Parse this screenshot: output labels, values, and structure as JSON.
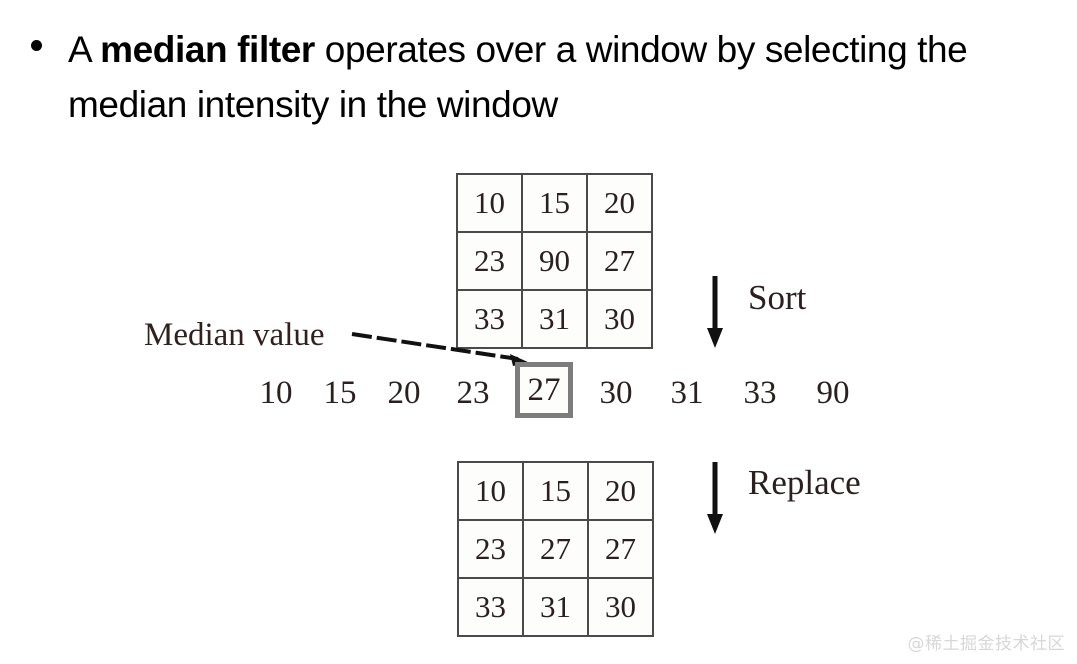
{
  "slide": {
    "bullet_glyph": "bullet-dot",
    "heading_prefix": "A ",
    "heading_bold": "median filter",
    "heading_suffix": " operates over a window by selecting the median intensity in the window"
  },
  "figure": {
    "median_label": "Median value",
    "grid_top": {
      "name": "original-window",
      "rows": [
        [
          "10",
          "15",
          "20"
        ],
        [
          "23",
          "90",
          "27"
        ],
        [
          "33",
          "31",
          "30"
        ]
      ]
    },
    "grid_bottom": {
      "name": "replaced-window",
      "rows": [
        [
          "10",
          "15",
          "20"
        ],
        [
          "23",
          "27",
          "27"
        ],
        [
          "33",
          "31",
          "30"
        ]
      ]
    },
    "sorted_sequence": {
      "before": [
        "10",
        "15",
        "20",
        "23"
      ],
      "median": "27",
      "after": [
        "30",
        "31",
        "33",
        "90"
      ]
    },
    "steps": [
      {
        "label": "Sort",
        "arrow": "down-arrow-icon"
      },
      {
        "label": "Replace",
        "arrow": "down-arrow-icon"
      }
    ]
  },
  "watermark": {
    "text": "@稀土掘金技术社区"
  },
  "colors": {
    "text": "#2b2020",
    "grid_border": "#4a4a4a",
    "median_box_border": "#7d7d7d",
    "background": "#ffffff",
    "watermark": "#d7d7d7"
  }
}
